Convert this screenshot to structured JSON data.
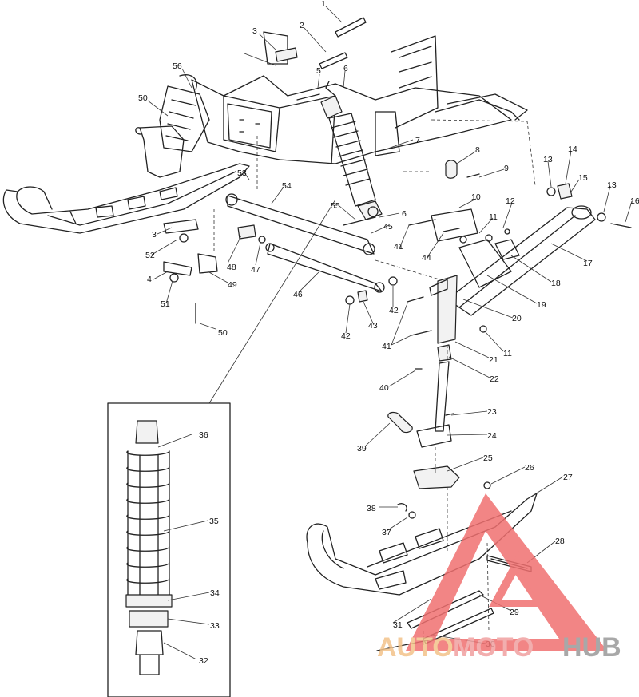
{
  "callouts": [
    {
      "id": "c1",
      "label": "1"
    },
    {
      "id": "c2",
      "label": "2"
    },
    {
      "id": "c3",
      "label": "3"
    },
    {
      "id": "c5a",
      "label": "5"
    },
    {
      "id": "c6a",
      "label": "6"
    },
    {
      "id": "c56",
      "label": "56"
    },
    {
      "id": "c50a",
      "label": "50"
    },
    {
      "id": "c7",
      "label": "7"
    },
    {
      "id": "c8",
      "label": "8"
    },
    {
      "id": "c9",
      "label": "9"
    },
    {
      "id": "c13a",
      "label": "13"
    },
    {
      "id": "c14",
      "label": "14"
    },
    {
      "id": "c15",
      "label": "15"
    },
    {
      "id": "c13b",
      "label": "13"
    },
    {
      "id": "c16",
      "label": "16"
    },
    {
      "id": "c53",
      "label": "53"
    },
    {
      "id": "c54",
      "label": "54"
    },
    {
      "id": "c55",
      "label": "55"
    },
    {
      "id": "c6b",
      "label": "6"
    },
    {
      "id": "c10",
      "label": "10"
    },
    {
      "id": "c12",
      "label": "12"
    },
    {
      "id": "c11a",
      "label": "11"
    },
    {
      "id": "c45",
      "label": "45"
    },
    {
      "id": "c41a",
      "label": "41"
    },
    {
      "id": "c44",
      "label": "44"
    },
    {
      "id": "c3b",
      "label": "3"
    },
    {
      "id": "c52",
      "label": "52"
    },
    {
      "id": "c48",
      "label": "48"
    },
    {
      "id": "c47",
      "label": "47"
    },
    {
      "id": "c49",
      "label": "49"
    },
    {
      "id": "c4",
      "label": "4"
    },
    {
      "id": "c51",
      "label": "51"
    },
    {
      "id": "c50b",
      "label": "50"
    },
    {
      "id": "c46",
      "label": "46"
    },
    {
      "id": "c42a",
      "label": "42"
    },
    {
      "id": "c42b",
      "label": "42"
    },
    {
      "id": "c43",
      "label": "43"
    },
    {
      "id": "c41b",
      "label": "41"
    },
    {
      "id": "c17",
      "label": "17"
    },
    {
      "id": "c18",
      "label": "18"
    },
    {
      "id": "c19",
      "label": "19"
    },
    {
      "id": "c20",
      "label": "20"
    },
    {
      "id": "c21",
      "label": "21"
    },
    {
      "id": "c11b",
      "label": "11"
    },
    {
      "id": "c22",
      "label": "22"
    },
    {
      "id": "c40",
      "label": "40"
    },
    {
      "id": "c23",
      "label": "23"
    },
    {
      "id": "c24",
      "label": "24"
    },
    {
      "id": "c39",
      "label": "39"
    },
    {
      "id": "c25",
      "label": "25"
    },
    {
      "id": "c26",
      "label": "26"
    },
    {
      "id": "c27",
      "label": "27"
    },
    {
      "id": "c38",
      "label": "38"
    },
    {
      "id": "c37",
      "label": "37"
    },
    {
      "id": "c28",
      "label": "28"
    },
    {
      "id": "c29",
      "label": "29"
    },
    {
      "id": "c31",
      "label": "31"
    },
    {
      "id": "c30",
      "label": "30"
    },
    {
      "id": "c36",
      "label": "36"
    },
    {
      "id": "c35",
      "label": "35"
    },
    {
      "id": "c34",
      "label": "34"
    },
    {
      "id": "c33",
      "label": "33"
    },
    {
      "id": "c32",
      "label": "32"
    }
  ],
  "watermark": {
    "part1": "AUTO",
    "part2": "MOTO",
    "part3": "HUB",
    "color1": "#f3c38a",
    "color2": "#f0a0a0",
    "color3": "#9a9a9a",
    "triangle_color": "#f07070"
  }
}
